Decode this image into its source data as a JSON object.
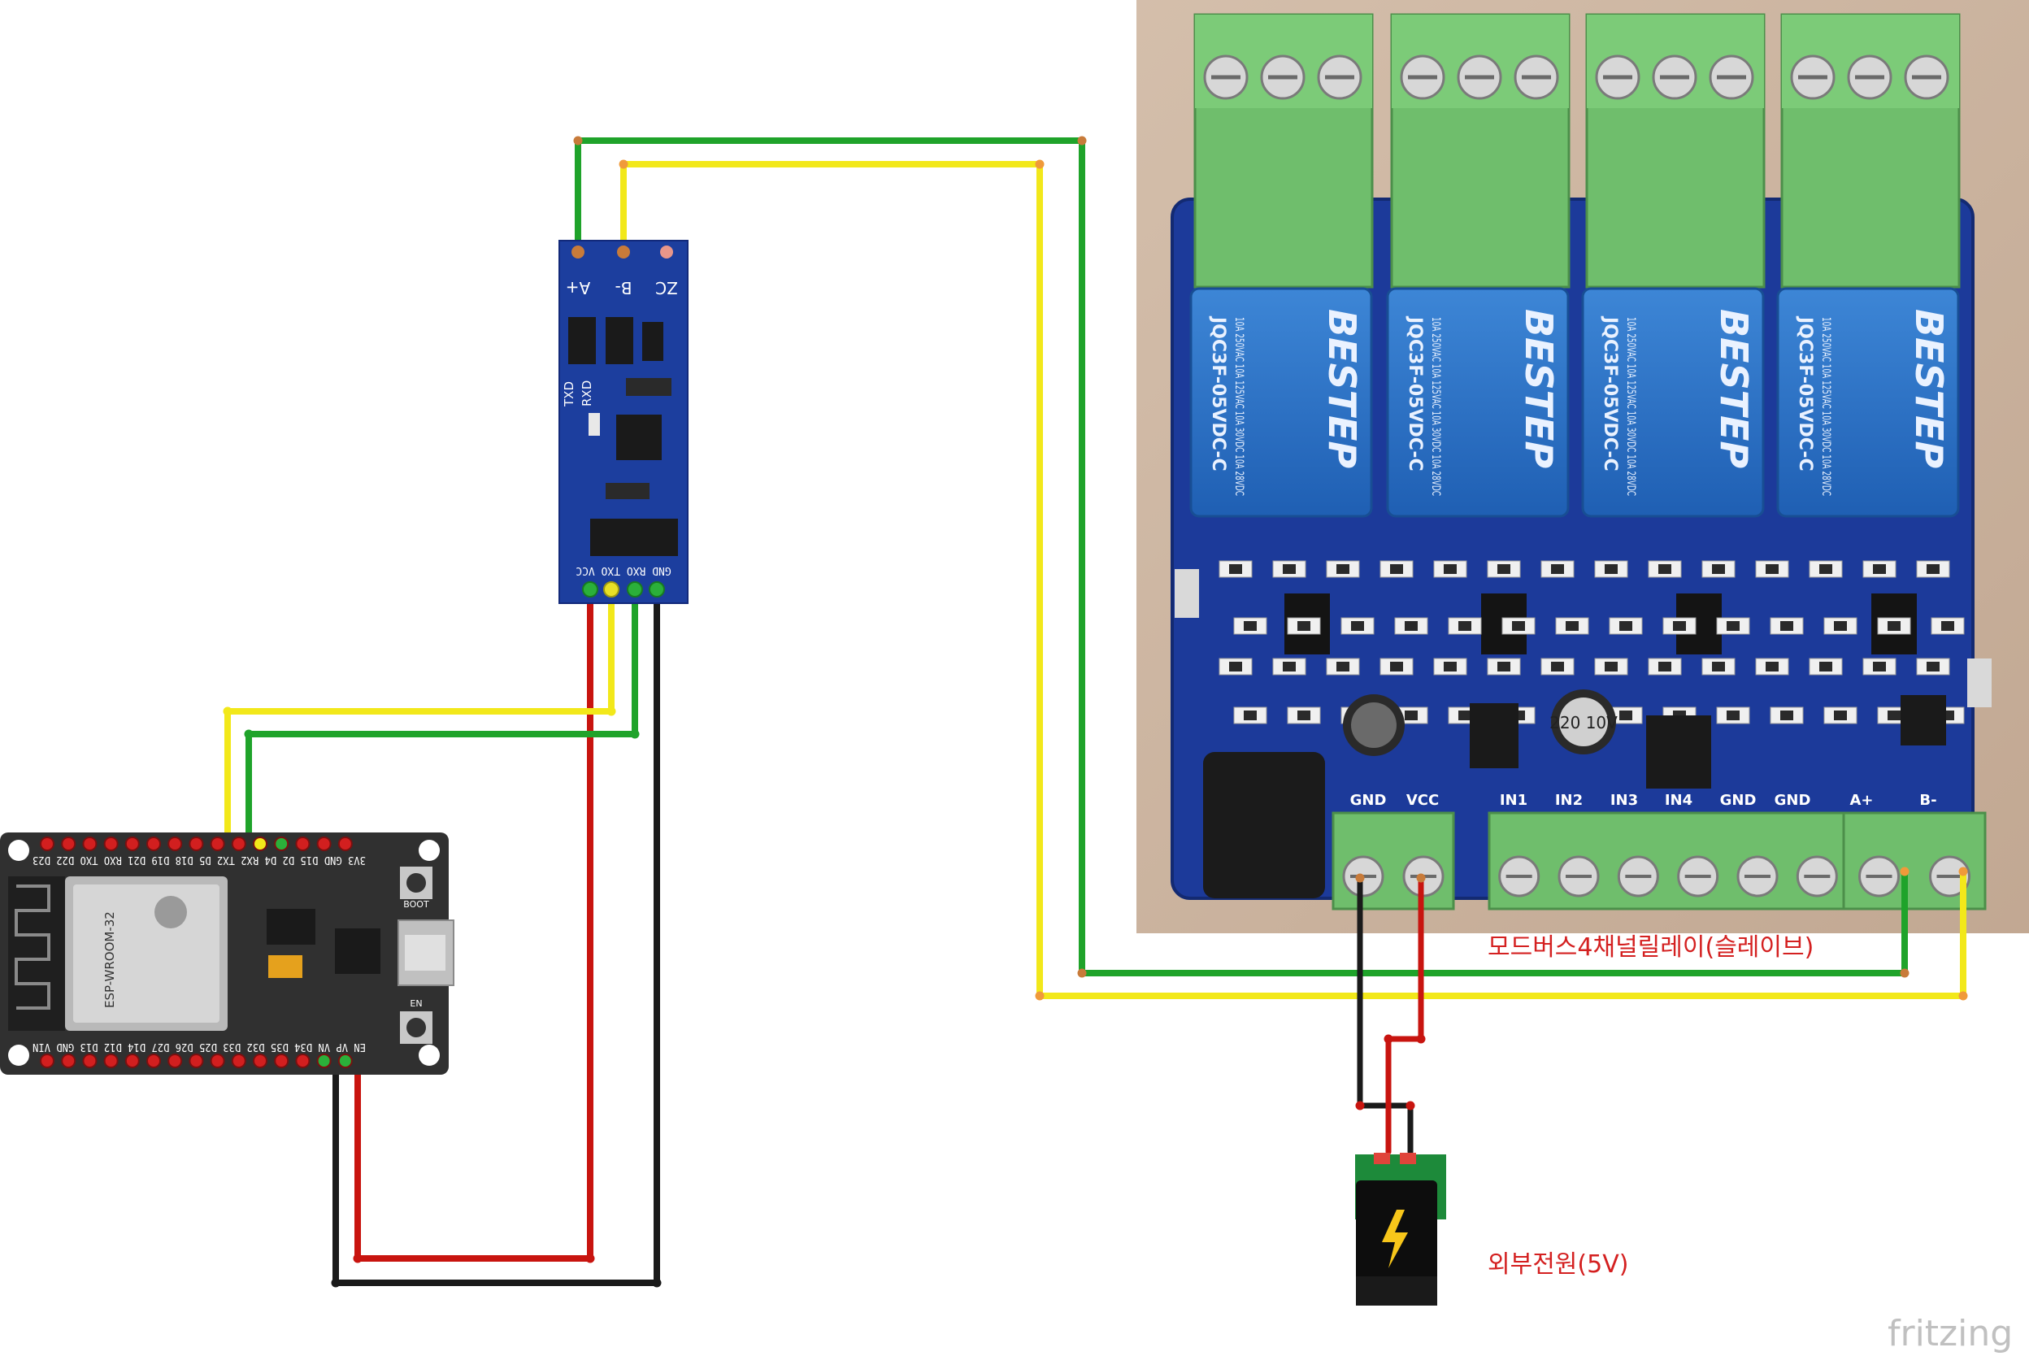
{
  "labels": {
    "slave_caption": "모드버스4채널릴레이(슬레이브)",
    "power_caption": "외부전원(5V)",
    "watermark": "fritzing"
  },
  "esp32": {
    "module_text": "ESP-WROOM-32",
    "boot_label": "BOOT",
    "en_label": "EN",
    "top_pins": "3V3 GND D15 D2 D4 RX2 TX2 D5 D18 D19 D21 RXO TXO D22 D23",
    "bottom_pins": "EN VP VN D34 D35 D32 D33 D25 D26 D27 D14 D12 D13 GND VIN"
  },
  "rs485": {
    "top_pins": [
      "A+",
      "B-",
      "ZC"
    ],
    "side_labels": [
      "TXD",
      "RXD"
    ],
    "bottom_pins": "GND RXO TXO VCC"
  },
  "relay_board": {
    "brand": "BESTEP",
    "model": "JQC3F-05VDC-C",
    "rating": "10A 250VAC 10A 125VAC 10A 30VDC 10A 28VDC",
    "terminal_labels": [
      "GND",
      "VCC",
      "IN1",
      "IN2",
      "IN3",
      "IN4",
      "GND",
      "GND",
      "A+",
      "B-"
    ],
    "cap_label": "220 10V"
  },
  "colors": {
    "wire_red": "#c8140f",
    "wire_black": "#1a1a1a",
    "wire_green": "#1fa32a",
    "wire_yellow": "#f2e81a",
    "label_red": "#d42020",
    "pcb_blue": "#1c3a9a",
    "esp_board": "#303030",
    "terminal_green": "#6fbe6c"
  }
}
